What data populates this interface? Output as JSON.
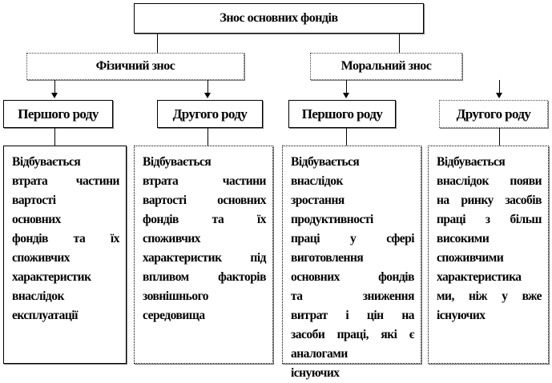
{
  "root": {
    "label": "Знос основних фондів"
  },
  "categories": [
    {
      "label": "Фізичний знос",
      "kinds": [
        {
          "label": "Першого роду",
          "description": [
            "Відбувається",
            "втрата частини",
            "вартості",
            "основних",
            "фондів та їх",
            "споживчих",
            "характеристик",
            "внаслідок",
            "експлуатації"
          ]
        },
        {
          "label": "Другого роду",
          "description": [
            "Відбувається",
            "втрата частини",
            "вартості основних",
            "фондів та їх",
            "споживчих",
            "характеристик під",
            "впливом факторів",
            "зовнішнього",
            "середовища"
          ]
        }
      ]
    },
    {
      "label": "Моральний знос",
      "kinds": [
        {
          "label": "Першого роду",
          "description": [
            "Відбувається",
            "внаслідок",
            "зростання",
            "продуктивності",
            "праці у сфері",
            "виготовлення",
            "основних фондів",
            "та зниження",
            "витрат і цін на",
            "засоби праці, які є",
            "аналогами",
            "існуючих"
          ]
        },
        {
          "label": "Другого роду",
          "description": [
            "Відбувається",
            "внаслідок появи",
            "на ринку засобів",
            "праці з більш",
            "високими",
            "споживчими",
            "характеристика",
            "ми, ніж у вже",
            "існуючих"
          ]
        }
      ]
    }
  ]
}
